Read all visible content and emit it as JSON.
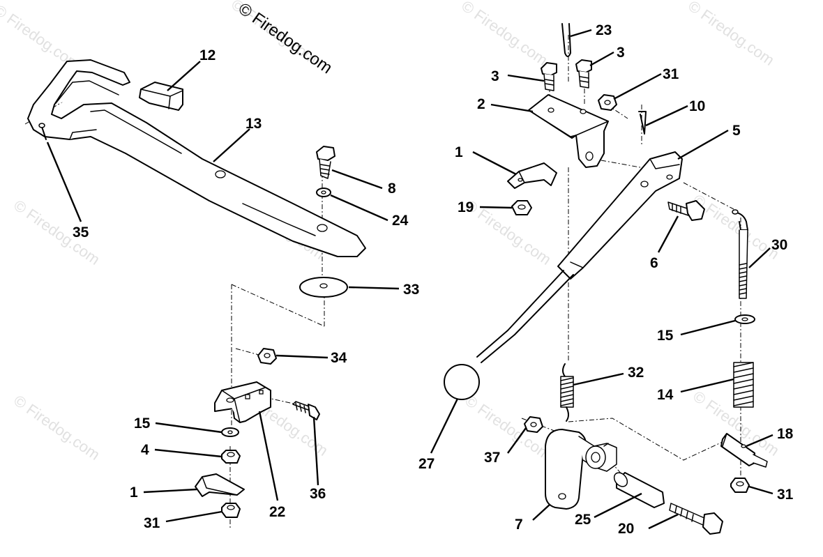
{
  "watermark": {
    "main_text": "© Firedog.com",
    "faded_text": "© Firedog.com"
  },
  "callouts": {
    "c1a": "1",
    "c1b": "1",
    "c2": "2",
    "c3a": "3",
    "c3b": "3",
    "c4": "4",
    "c5": "5",
    "c6": "6",
    "c7": "7",
    "c8": "8",
    "c10": "10",
    "c12": "12",
    "c13": "13",
    "c14": "14",
    "c15a": "15",
    "c15b": "15",
    "c18": "18",
    "c19": "19",
    "c20": "20",
    "c22": "22",
    "c23": "23",
    "c24": "24",
    "c25": "25",
    "c27": "27",
    "c30": "30",
    "c31a": "31",
    "c31b": "31",
    "c31c": "31",
    "c32": "32",
    "c33": "33",
    "c34": "34",
    "c35": "35",
    "c36": "36",
    "c37": "37"
  }
}
